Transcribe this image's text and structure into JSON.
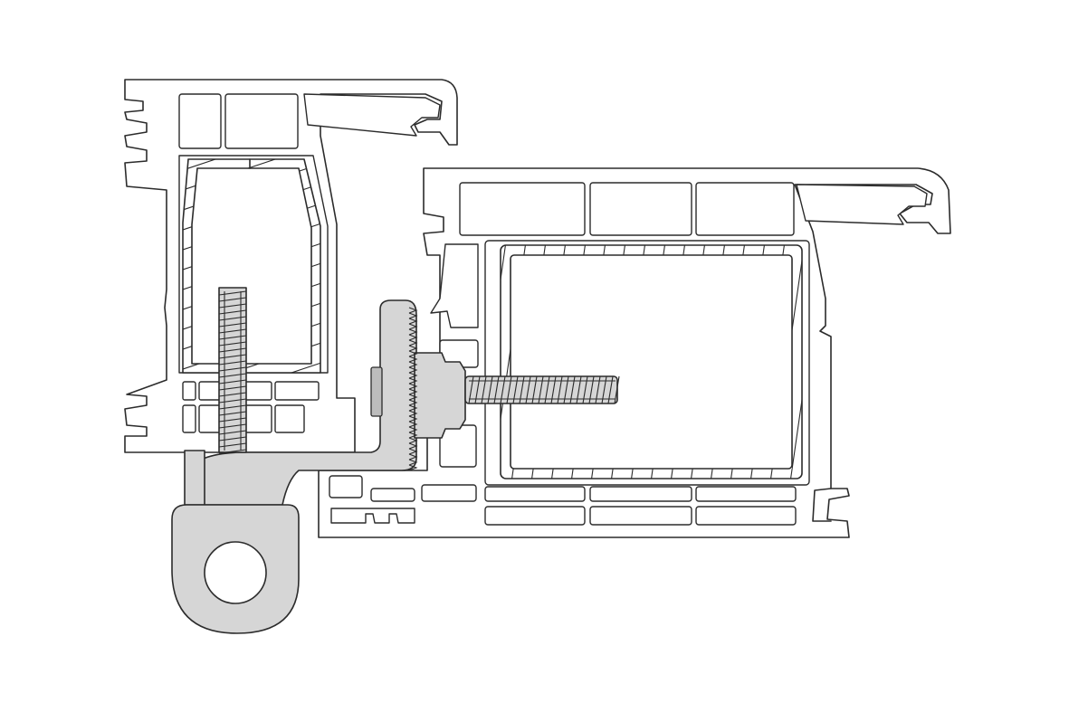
{
  "diagram": {
    "colors": {
      "outline": "#2b2b2b",
      "profile_fill": "#ffffff",
      "hardware_fill": "#d6d6d6",
      "background": "#ffffff"
    },
    "parts": [
      "sash-profile",
      "sash-steel-reinforcement",
      "frame-profile",
      "frame-steel-reinforcement",
      "hinge-bracket",
      "hinge-eye",
      "sash-fixing-screw",
      "frame-fixing-screw"
    ]
  }
}
